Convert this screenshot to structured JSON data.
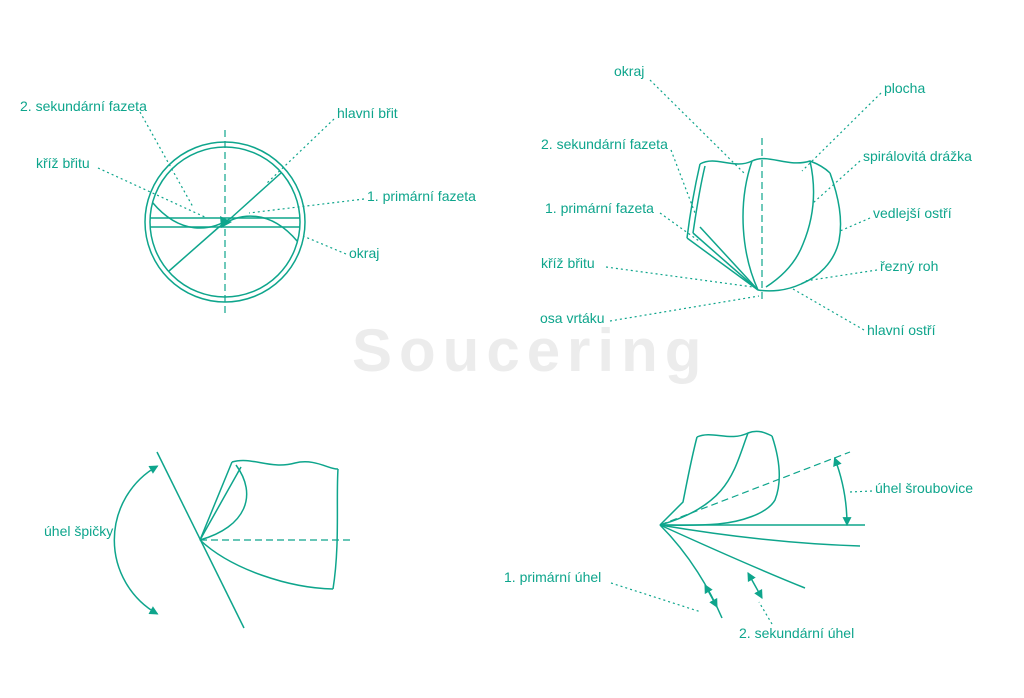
{
  "colors": {
    "accent": "#0ea58c",
    "watermark": "#ececec"
  },
  "watermark": "Soucering",
  "end_view": {
    "sekundarni_fazeta": "2. sekundární fazeta",
    "kriz_britu": "kříž břitu",
    "hlavni_brit": "hlavní břit",
    "primarni_fazeta": "1. primární fazeta",
    "okraj": "okraj"
  },
  "side_view": {
    "okraj": "okraj",
    "plocha": "plocha",
    "sekundarni_fazeta": "2. sekundární fazeta",
    "spiralovita_drazka": "spirálovitá drážka",
    "primarni_fazeta": "1. primární fazeta",
    "vedlejsi_ostri": "vedlejší ostří",
    "kriz_britu": "kříž břitu",
    "rezny_roh": "řezný roh",
    "osa_vrtaku": "osa vrtáku",
    "hlavni_ostri": "hlavní ostří"
  },
  "point_angle_view": {
    "uhel_spicky": "úhel špičky"
  },
  "clearance_view": {
    "uhel_sroubovice": "úhel šroubovice",
    "primarni_uhel": "1. primární úhel",
    "sekundarni_uhel": "2. sekundární úhel"
  }
}
